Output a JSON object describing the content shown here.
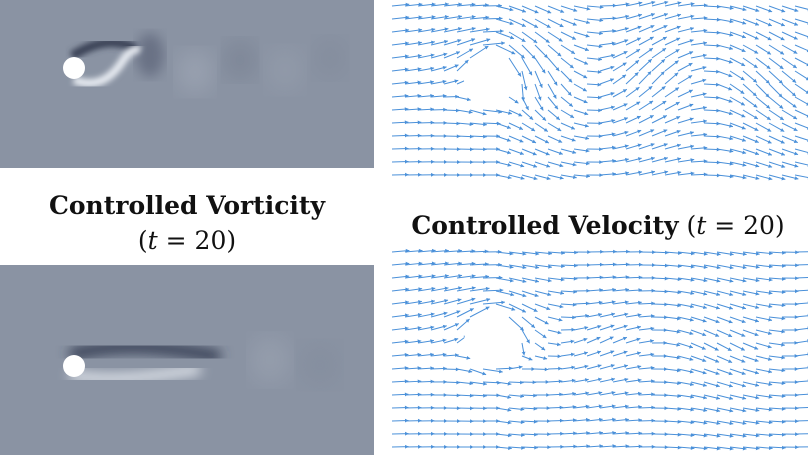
{
  "vorticity_caption": {
    "title": "Controlled Vorticity",
    "time_open": "(",
    "time_var": "t",
    "time_eq": " = 20)"
  },
  "velocity_caption": {
    "title": "Controlled Velocity",
    "time_open": " (",
    "time_var": "t",
    "time_eq": " = 20)"
  },
  "colors": {
    "vorticity_background": "#8a93a3",
    "arrow_color": "#4a90d9",
    "cylinder": "#ffffff"
  }
}
